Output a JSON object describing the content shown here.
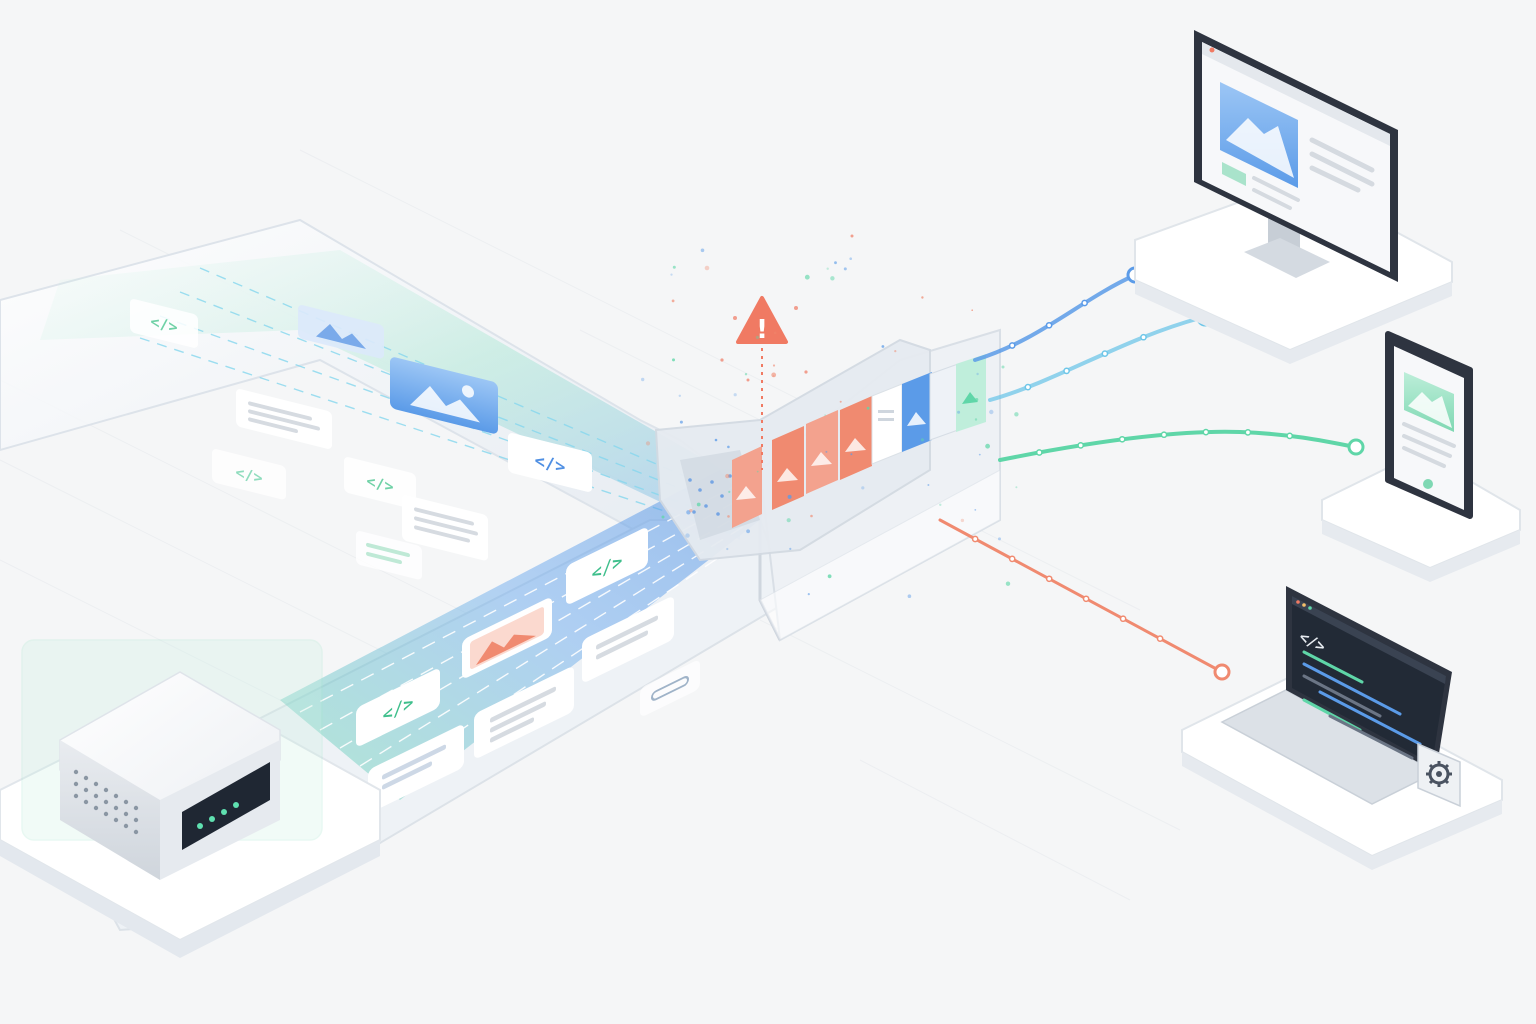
{
  "colors": {
    "background": "#f5f6f7",
    "platform": "#ffffff",
    "platform_edge": "#dfe3e8",
    "stream_green": "#5fd6a8",
    "stream_blue": "#5b9be8",
    "blocked_red": "#f08a70",
    "warning_red": "#f07a63",
    "device_frame": "#2e3440",
    "code_screen": "#222a36"
  },
  "glyphs": {
    "code": "</>",
    "warning": "!"
  },
  "icons": {
    "server": "server-icon",
    "filter": "filter-gate-icon",
    "warning": "warning-triangle-icon",
    "desktop": "desktop-monitor-icon",
    "phone": "smartphone-icon",
    "laptop": "laptop-icon",
    "settings": "gear-icon",
    "image": "image-icon",
    "text": "text-lines-icon",
    "code": "code-brackets-icon"
  },
  "outputs": [
    {
      "device": "desktop",
      "color": "#5b9be8"
    },
    {
      "device": "phone",
      "color": "#5fd6a8"
    },
    {
      "device": "laptop",
      "color": "#f08a70"
    }
  ]
}
